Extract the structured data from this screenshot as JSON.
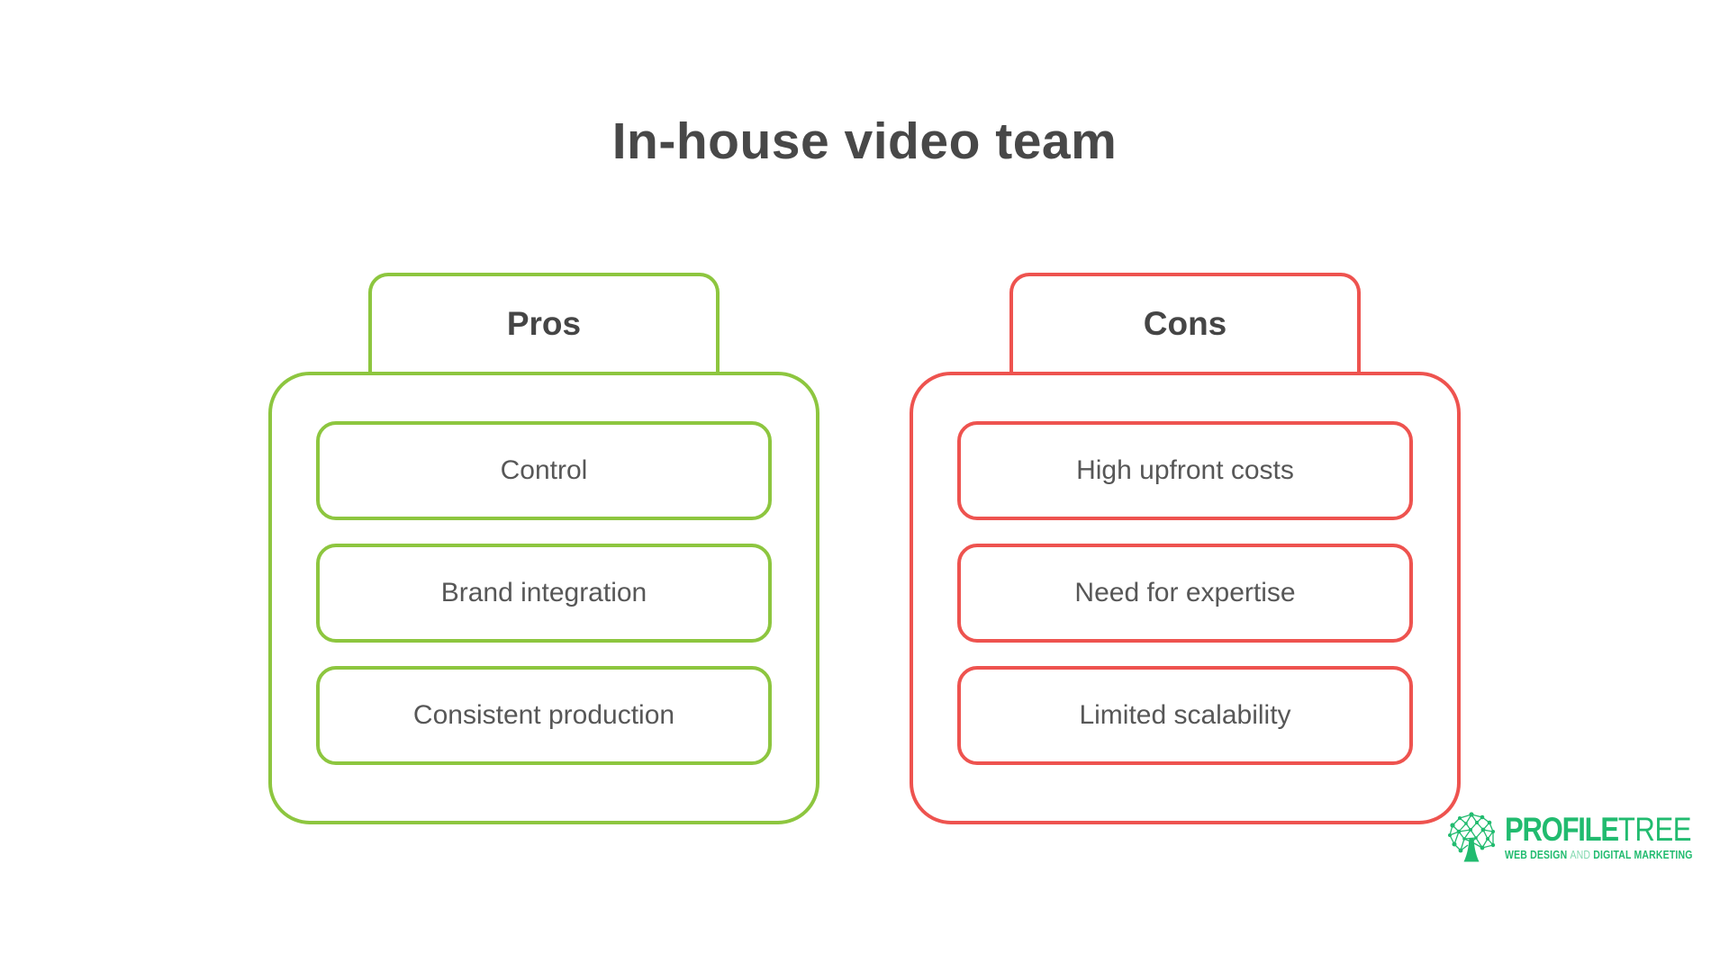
{
  "title": "In-house video team",
  "columns": {
    "pros": {
      "header": "Pros",
      "items": [
        "Control",
        "Brand integration",
        "Consistent production"
      ]
    },
    "cons": {
      "header": "Cons",
      "items": [
        "High upfront costs",
        "Need for expertise",
        "Limited scalability"
      ]
    }
  },
  "logo": {
    "brand_bold": "PROFILE",
    "brand_light": "TREE",
    "tagline_part1": "WEB DESIGN",
    "tagline_and": "AND",
    "tagline_part2": "DIGITAL MARKETING"
  },
  "colors": {
    "pros_green": "#8DC63F",
    "cons_red": "#EE534F",
    "logo_green": "#21BB6F",
    "title_text": "#484848",
    "item_text": "#575757"
  }
}
